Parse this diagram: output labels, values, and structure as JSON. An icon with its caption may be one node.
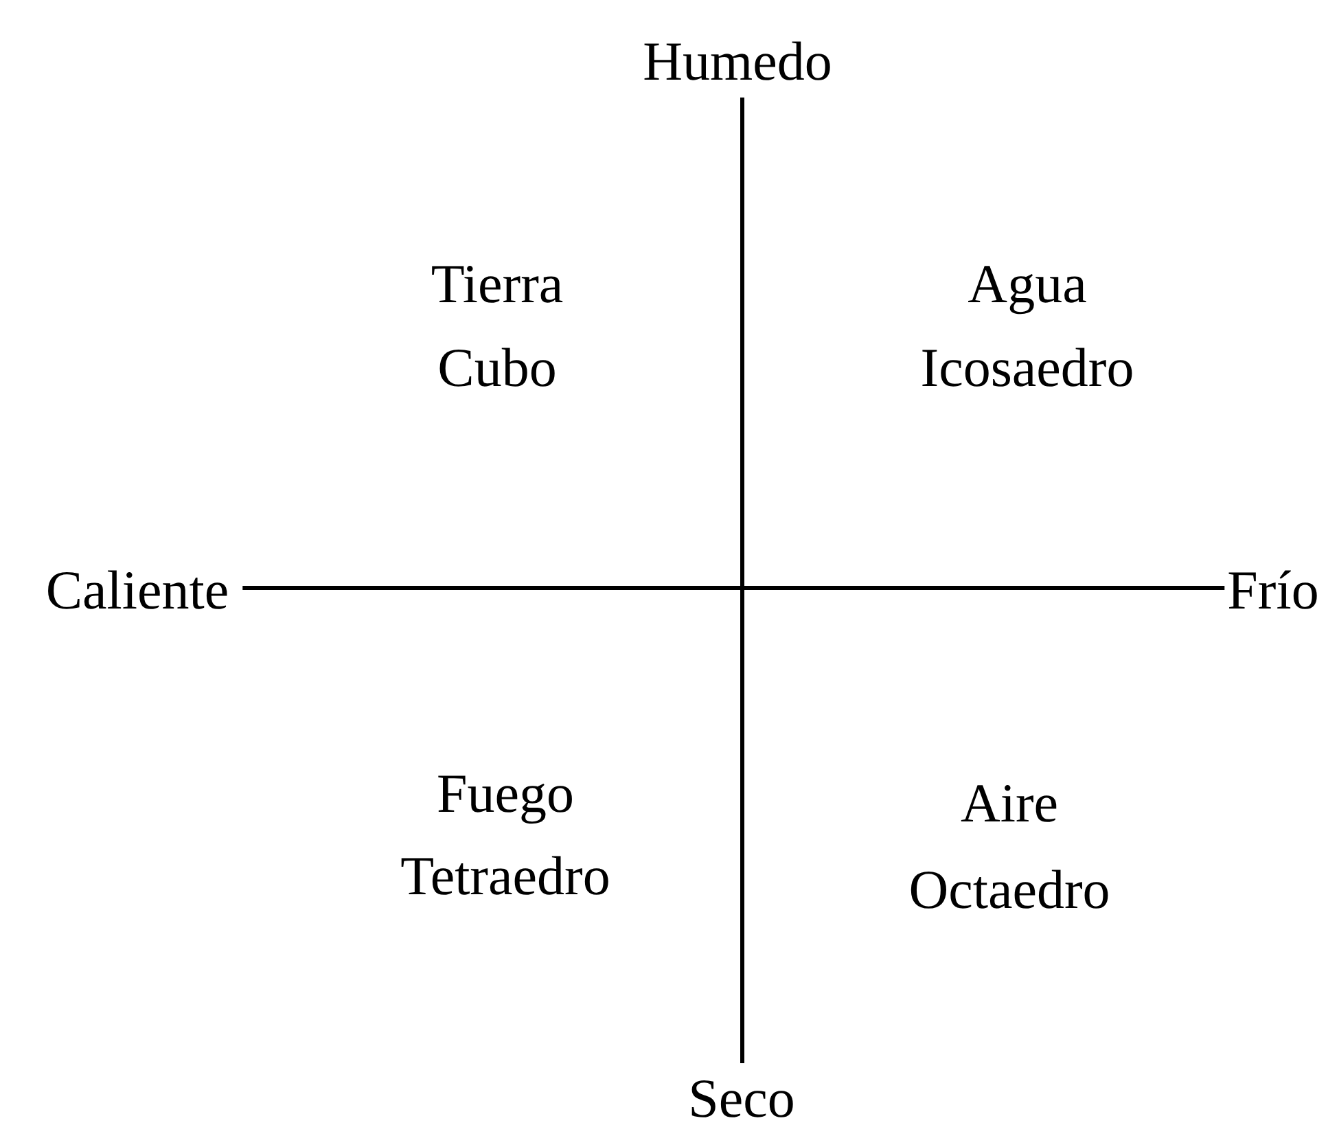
{
  "diagram": {
    "nodes": [
      {
        "text": [
          "Humedo"
        ]
      },
      {
        "text": [
          "Caliente"
        ]
      },
      {
        "text": [
          "Frío"
        ]
      },
      {
        "text": [
          "Seco"
        ]
      }
    ],
    "edges": [
      {
        "from": 0,
        "to": 3,
        "arrow": "none"
      },
      {
        "from": 1,
        "to": 2,
        "arrow": "none"
      }
    ],
    "labels": [
      "Tierra",
      "Cubo",
      "Agua",
      "Icosaedro",
      "Fuego",
      "Tetraedro",
      "Aire",
      "Octaedro"
    ]
  }
}
